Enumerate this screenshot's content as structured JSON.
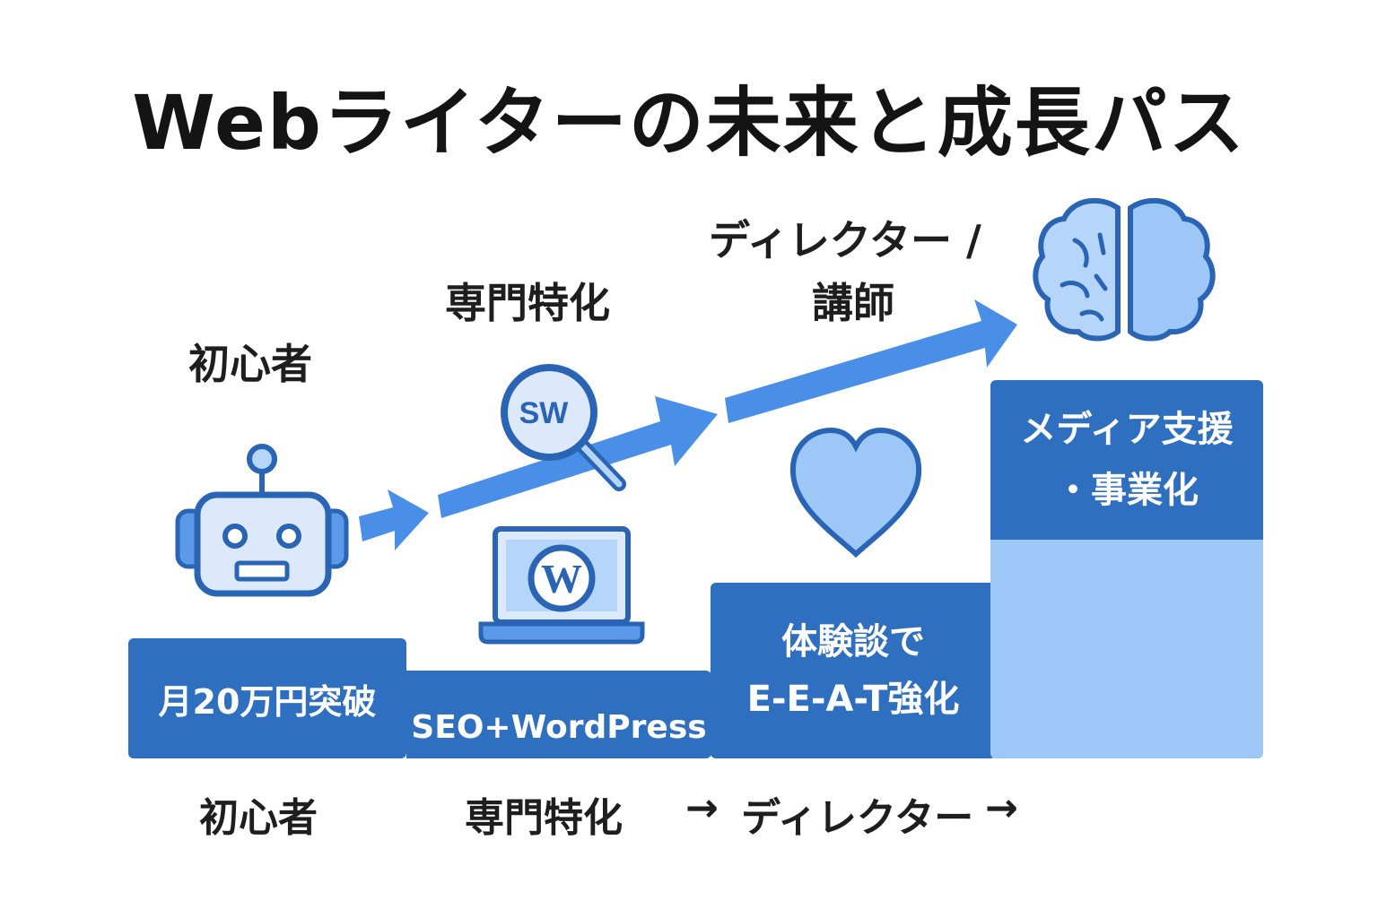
{
  "title": "Webライターの未来と成長パス",
  "stages": {
    "beginner": "初心者",
    "specialist": "専門特化",
    "director_line1": "ディレクター /",
    "director_line2": "講師"
  },
  "blocks": {
    "step1": "月20万円突破",
    "step2": "SEO+WordPress",
    "step3_line1": "体験談で",
    "step3_line2": "E-E-A-T強化",
    "step4_line1": "メディア支援",
    "step4_line2": "・事業化"
  },
  "bottom_path": {
    "beginner": "初心者",
    "specialist": "専門特化",
    "arrow1": "→",
    "director": "ディレクター",
    "arrow2": "→"
  },
  "icons": {
    "robot": "robot-icon",
    "search": "magnifier-seo-icon",
    "search_text": "SW",
    "laptop": "laptop-wordpress-icon",
    "heart": "heart-icon",
    "brain": "brain-icon"
  },
  "colors": {
    "block_dark": "#2f6fc0",
    "block_light": "#9cc7f7",
    "arrow": "#4a8fe7",
    "icon_fill": "#b5d5fb",
    "icon_stroke": "#2a64b4"
  }
}
